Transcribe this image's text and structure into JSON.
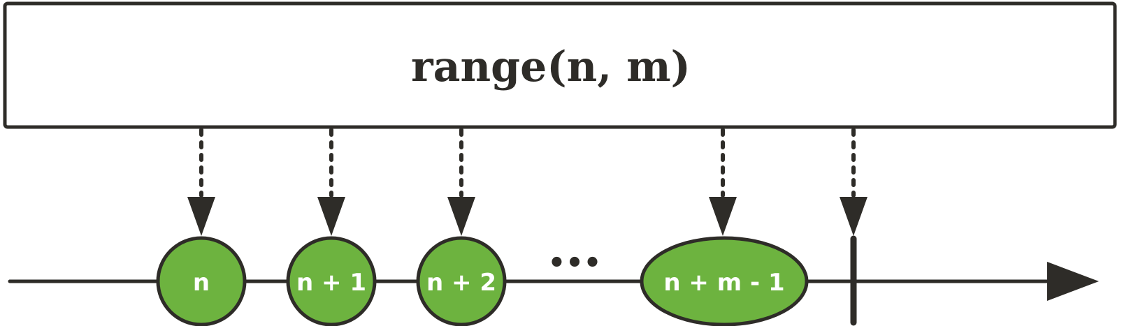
{
  "operator": {
    "label": "range(n, m)"
  },
  "emissions": [
    {
      "label": "n"
    },
    {
      "label": "n + 1"
    },
    {
      "label": "n + 2"
    },
    {
      "label": "n + m - 1"
    }
  ],
  "ellipsis": "•••",
  "colors": {
    "stroke": "#2e2c28",
    "marble_fill": "#6db33f",
    "marble_text": "#ffffff",
    "background": "#ffffff"
  }
}
